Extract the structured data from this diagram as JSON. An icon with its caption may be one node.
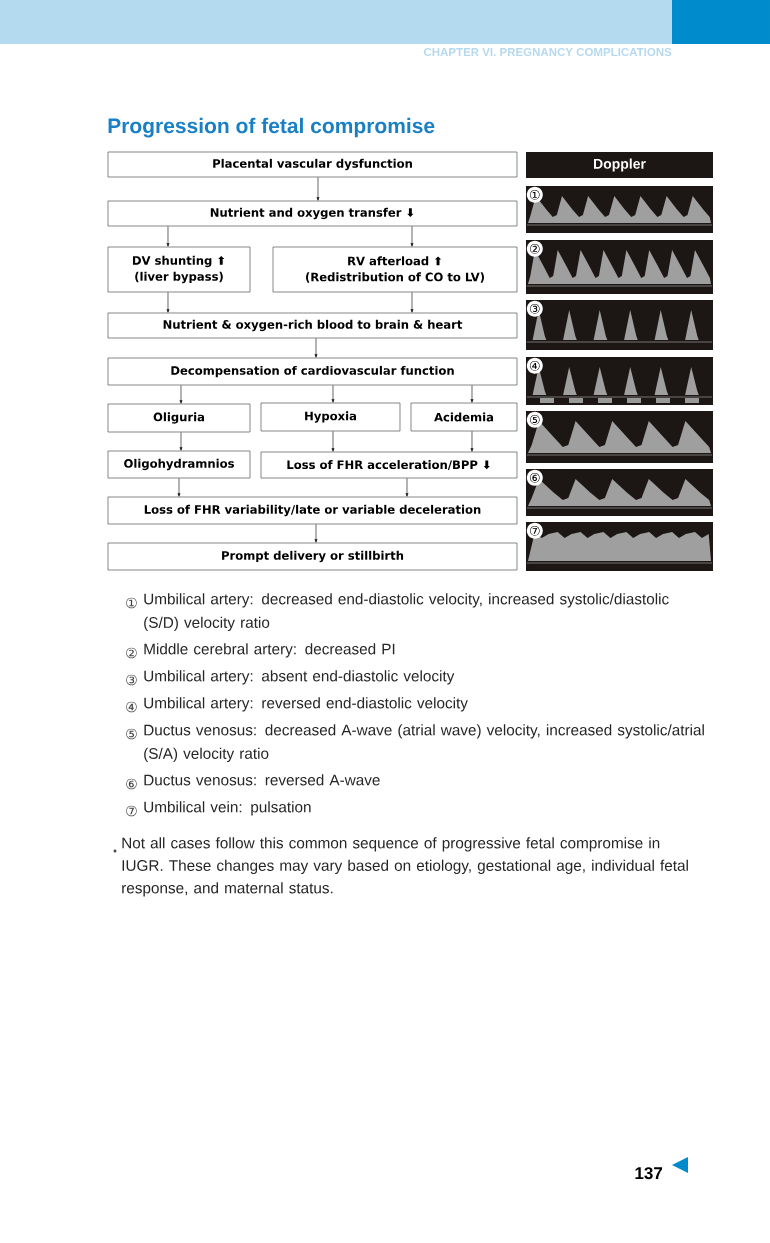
{
  "diagram": {
    "title": "Progression of fetal compromise",
    "nodes": [
      {
        "text": [
          "Placental vascular dysfunction"
        ]
      },
      {
        "text": [
          "Nutrient and oxygen transfer ⬇"
        ]
      },
      {
        "text": [
          "DV shunting ⬆",
          "(liver bypass)"
        ]
      },
      {
        "text": [
          "RV afterload ⬆",
          "(Redistribution of CO to LV)"
        ]
      },
      {
        "text": [
          "Nutrient & oxygen-rich blood to brain & heart"
        ]
      },
      {
        "text": [
          "Decompensation of cardiovascular function"
        ]
      },
      {
        "text": [
          "Oliguria"
        ]
      },
      {
        "text": [
          "Hypoxia"
        ]
      },
      {
        "text": [
          "Acidemia"
        ]
      },
      {
        "text": [
          "Oligohydramnios"
        ]
      },
      {
        "text": [
          "Loss of FHR acceleration/BPP ⬇"
        ]
      },
      {
        "text": [
          "Loss of FHR variability/late or variable deceleration"
        ]
      },
      {
        "text": [
          "Prompt delivery or stillbirth"
        ]
      },
      {
        "text": [
          "Doppler"
        ]
      }
    ],
    "edges": [
      {
        "from": 0,
        "to": 1,
        "arrow": "to"
      },
      {
        "from": 1,
        "to": 2,
        "arrow": "to"
      },
      {
        "from": 1,
        "to": 3,
        "arrow": "to"
      },
      {
        "from": 2,
        "to": 4,
        "arrow": "to"
      },
      {
        "from": 3,
        "to": 4,
        "arrow": "to"
      },
      {
        "from": 4,
        "to": 5,
        "arrow": "to"
      },
      {
        "from": 5,
        "to": 6,
        "arrow": "to"
      },
      {
        "from": 5,
        "to": 7,
        "arrow": "to"
      },
      {
        "from": 5,
        "to": 8,
        "arrow": "to"
      },
      {
        "from": 6,
        "to": 9,
        "arrow": "to"
      },
      {
        "from": 7,
        "to": 10,
        "arrow": "to"
      },
      {
        "from": 8,
        "to": 10,
        "arrow": "to"
      },
      {
        "from": 9,
        "to": 11,
        "arrow": "to"
      },
      {
        "from": 10,
        "to": 11,
        "arrow": "to"
      },
      {
        "from": 11,
        "to": 12,
        "arrow": "to"
      }
    ],
    "labels": [
      "CHAPTER VI. PREGNANCY COMPLICATIONS",
      "①",
      "②",
      "③",
      "④",
      "⑤",
      "⑥",
      "⑦",
      "①",
      "Umbilical artery: decreased end-diastolic velocity, increased systolic/diastolic (S/D) velocity ratio",
      "②",
      "Middle cerebral artery: decreased PI",
      "③",
      "Umbilical artery: absent end-diastolic velocity",
      "④",
      "Umbilical artery: reversed end-diastolic velocity",
      "⑤",
      "Ductus venosus: decreased A-wave (atrial wave) velocity, increased systolic/atrial (S/A) velocity ratio",
      "⑥",
      "Ductus venosus: reversed A-wave",
      "⑦",
      "Umbilical vein: pulsation",
      "Not all cases follow this common sequence of progressive fetal compromise in IUGR. These changes may vary based on etiology, gestational age, individual fetal response, and maternal status.",
      "137"
    ]
  }
}
